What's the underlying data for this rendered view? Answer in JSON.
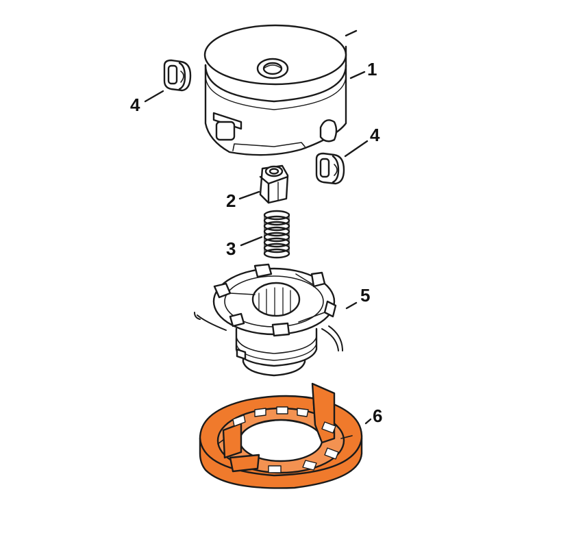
{
  "colors": {
    "ink": "#1a1a1a",
    "paper": "#ffffff",
    "highlight": "#f07a2c",
    "highlight_dark": "#b04e12"
  },
  "parts": [
    {
      "id": "cover",
      "callout": "1",
      "highlighted": false
    },
    {
      "id": "nut",
      "callout": "2",
      "highlighted": false
    },
    {
      "id": "spring",
      "callout": "3",
      "highlighted": false
    },
    {
      "id": "eyelet-left",
      "callout": "4",
      "highlighted": false
    },
    {
      "id": "eyelet-right",
      "callout": "4",
      "highlighted": false
    },
    {
      "id": "spool",
      "callout": "5",
      "highlighted": false
    },
    {
      "id": "base-plate",
      "callout": "6",
      "highlighted": true
    }
  ]
}
